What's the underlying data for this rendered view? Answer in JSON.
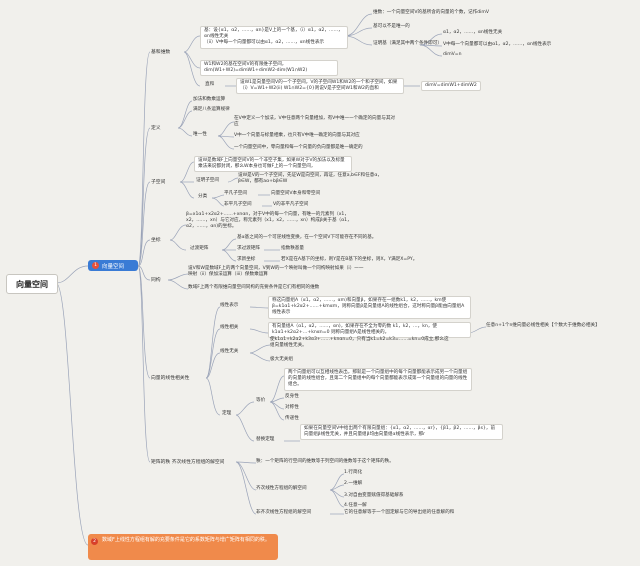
{
  "root": "向量空间",
  "main1": {
    "num": "1",
    "label": "向量空间"
  },
  "main2": {
    "num": "2",
    "label": "数域F上线性方程组有解的充要条件是它的系数矩阵与增广矩阵有相同的秩。"
  },
  "branches": {
    "jiwei": "基和维数",
    "dingyi": "定义",
    "weiyi": "唯一性",
    "zikongjian": "子空间",
    "zuobiao": "坐标",
    "tonggou": "同构",
    "xiangliang": "向量的线性相关性",
    "juzhen": "矩阵的秩 齐次线性方程组的解空间"
  },
  "nodes": {
    "ji_def": "基：设{α1，α2，……，αn}是V上的一个基，（i）α1，α2，……，αn线性无关\n（ii）V中每一个向量都可以由α1，α2，……，αn线性表示",
    "weishu": "维数：一个向量空间V的基所含的向量的个数，记作dimV",
    "jiyu": "基可以不是唯一的",
    "zhengming": "证明基（满足其中两个条件即可）",
    "zm1": "α1，α2，……，αn线性无关",
    "zm2": "V中每一个向量都可以由α1，α2，……，αn线性表示",
    "zm3": "dimV=n",
    "w1w2": "W1和W2的基在空间V的有限维子空间，dim(W1+W2)=dimW1+dimW2-dim(W1∩W2)",
    "zhihe": "直和",
    "zhihe_txt": "设W1是向量空间V的一个子空间，V的子空间W1和W2的一个和子空间，如果（i）V=W1+W2(ii) W1∩W2={0}则说V是子空间W1和W2的直和",
    "zhihe_dim": "dimV=dimW1+dimW2",
    "jiafa": "加法和数乘运算",
    "manzu": "满足八条运算规律",
    "wy1": "在V中定义一个加法，V中任意两个向量相加，有V中唯一一个确定的向量与其对应",
    "wy2": "V中一个向量与标量相乘，也只有V中唯一确定的向量与其对应",
    "wy3": "一个向量空间中，零向量和每一个向量的负向量都是唯一确定的",
    "zk_def": "设W是数域F上向量空间V的一个非空子集，如果W对于V的加法以及标量乘法来说都封闭，那么W本身也可做F上的一个向量空间，",
    "zhengzikong": "证明子空间",
    "zk_proof": "设W是V的一个子空间，先证W是向空间，再证，任意a,b∈F和任意α，β∈W，都有aα+bβ∈W",
    "fenlei": "分类",
    "pingfan": "平凡子空间",
    "pingfan_d": "向量空间V本身和零空间",
    "feipingfan": "非平凡子空间",
    "feipingfan_d": "V的非平凡子空间",
    "zb_txt": "β=x1α1+x2α2+……+xnαn，对于V中的每一个向量，有唯一的元素列（x1，x2，……，xn）与它对应，称元素列（x1，x2，……，xn）构成β关于基（α1，α2，……，αn)的坐标。",
    "guodu": "过渡矩阵",
    "guodu_def": "基α基之间的一个可逆线性变换，在一个空间V下可能存在不同的基。",
    "qiuguodu": "求过渡矩阵",
    "qiuguodu_d": "指数秩基量",
    "qiuzuobiao": "求新坐标",
    "qiuzuobiao_d": "若X是在A基下的坐标，则Y是在B基下的坐标，则X，Y满足X=PY。",
    "tg1": "设V和W是数域F上的两个向量空间，V到W的一个映射叫做一个同构映射如果（i）一一映射（ii）保加法运算（iii）保数乘运算",
    "tg2": "数域F上两个有限维向量空间同构的充要条件是它们有相同的维数",
    "xianxingbiaoshi": "线性表示",
    "xxbs_d": "称这向量组A（α1，α2，……，αm)和向量β，如果存在一组数k1，k2，……，km使β=k1α1+k2α2+……+kmαm，则称向量β是向量组A的线性组合，这时称向量β能由向量组A线性表示",
    "xianxingxiangguan": "线性相关",
    "xxxg_d": "有向量组A（α1，α2，……，αn)，如果存在不全为零的数 k1，k2，…，kn，使 k1α1+k2α2+…+knαn=0 则称向量组A是线性相关的。",
    "xxxg_right": "任意n+1个n维向量必线性相关【个数大于维数必相关】",
    "wuguan": "线性无关",
    "wg1": "使k1α1+k2α2+k3α3+……+knαn=0，只有当k1=k2=k3=……=kn=0成立,那么这组向量线性无关。",
    "wg2": "极大无关组",
    "dingli": "定理",
    "dengjia": "等价",
    "dj_txt": "两个向量组可以互相线性表出，那就是一个向量组中的每个向量都能表示成另一个向量组的向量的线性组合，且第二个向量组中的每个向量都能表示成第一个向量组的向量的线性组合。",
    "fanshenxing": "反身性",
    "duichenxing": "对称性",
    "chuandixing": "传递性",
    "tihuan": "替换定理",
    "tihuan_txt": "如果在向量空间V中给出两个有限向量组：{α1，α2，……，αr}，{β1，β2，……，βs}，前向量组β线性无关，并且向量组β均由向量组α线性表示，那r<s且适当调整{β1，β2，……，βs}次序，使得用{α1，α2，……，αr}替换{β1，β2，……，βs}中的前r个向量后，所得的向量组与向量组α等价 此即替换定理",
    "zhi_txt": "秩：一个矩阵的行空间的维数等于列空间的维数等于这个矩阵的秩。",
    "qici": "齐次线性方程组的解空间",
    "qc1": "1.行简化",
    "qc2": "2.一维解",
    "qc3": "3.对自由变量赋值得基础解系",
    "qc4": "4.任意一解",
    "feiqici": "非齐次线性方程组的解空间",
    "feiqici_d": "它的任意解等于一个固定解与它的导出组的任意解的和"
  }
}
